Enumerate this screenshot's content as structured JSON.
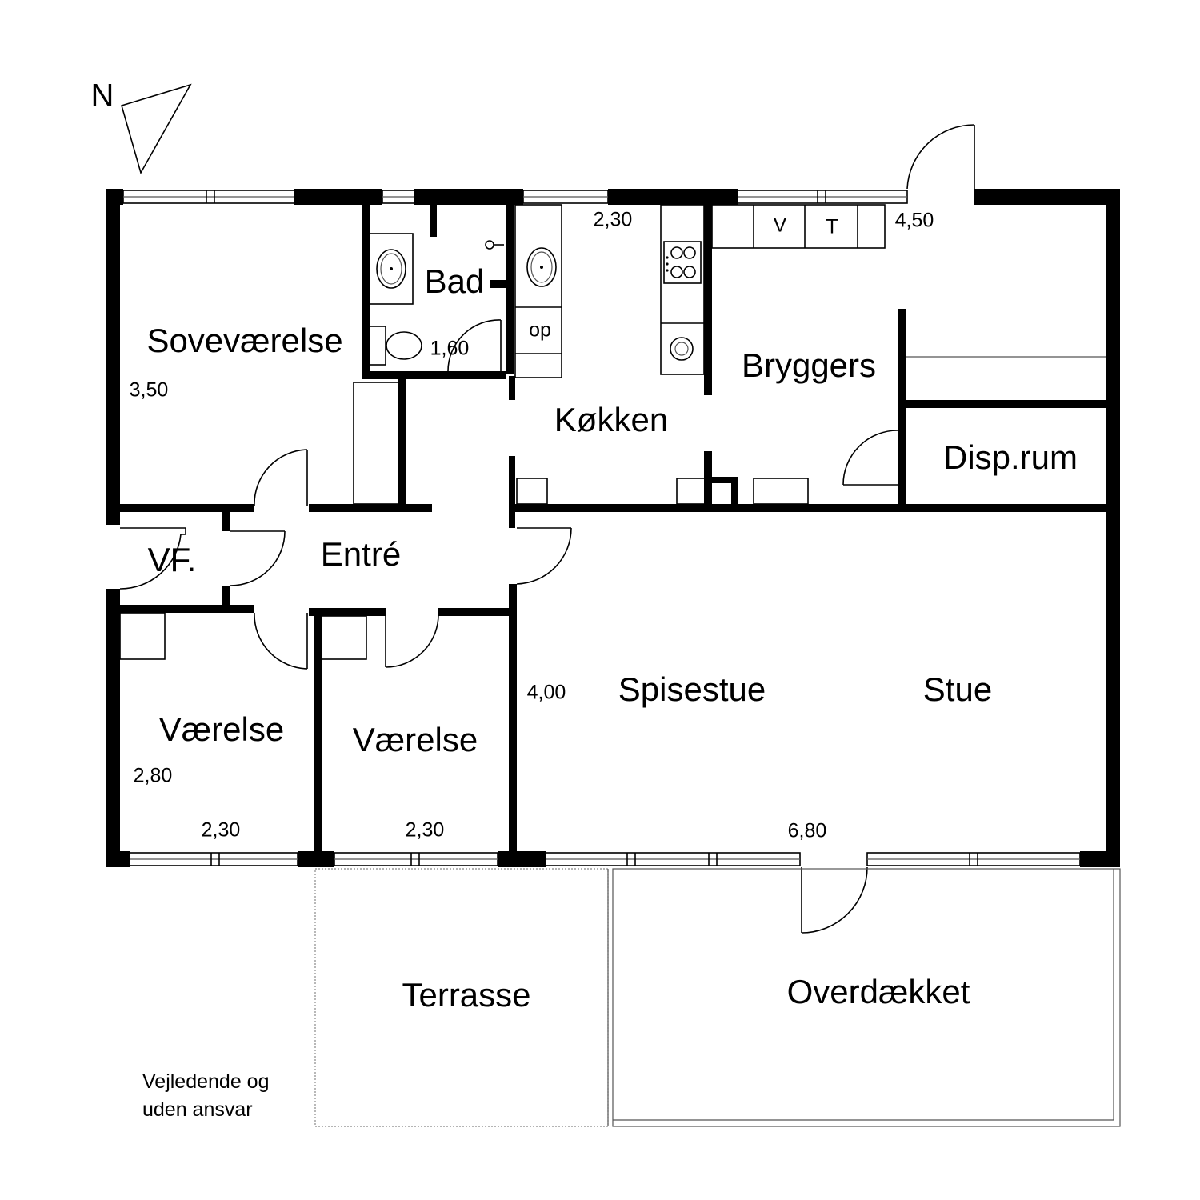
{
  "compass": {
    "label": "N"
  },
  "rooms": {
    "sovevaerelse": "Soveværelse",
    "bad": "Bad",
    "koekken": "Køkken",
    "bryggers": "Bryggers",
    "disp_rum": "Disp.rum",
    "vf": "VF.",
    "entre": "Entré",
    "vaerelse_1": "Værelse",
    "vaerelse_2": "Værelse",
    "spisestue": "Spisestue",
    "stue": "Stue",
    "terrasse": "Terrasse",
    "overdaekket": "Overdækket"
  },
  "fixtures": {
    "op": "op",
    "v": "V",
    "t": "T"
  },
  "dimensions": {
    "sovevaerelse_depth": "3,50",
    "bad_width": "1,60",
    "koekken_width": "2,30",
    "bryggers_width": "4,50",
    "vaerelse_1_depth": "2,80",
    "vaerelse_1_width": "2,30",
    "vaerelse_2_width": "2,30",
    "stue_depth": "4,00",
    "stue_width": "6,80"
  },
  "disclaimer": {
    "line1": "Vejledende og",
    "line2": "uden ansvar"
  }
}
